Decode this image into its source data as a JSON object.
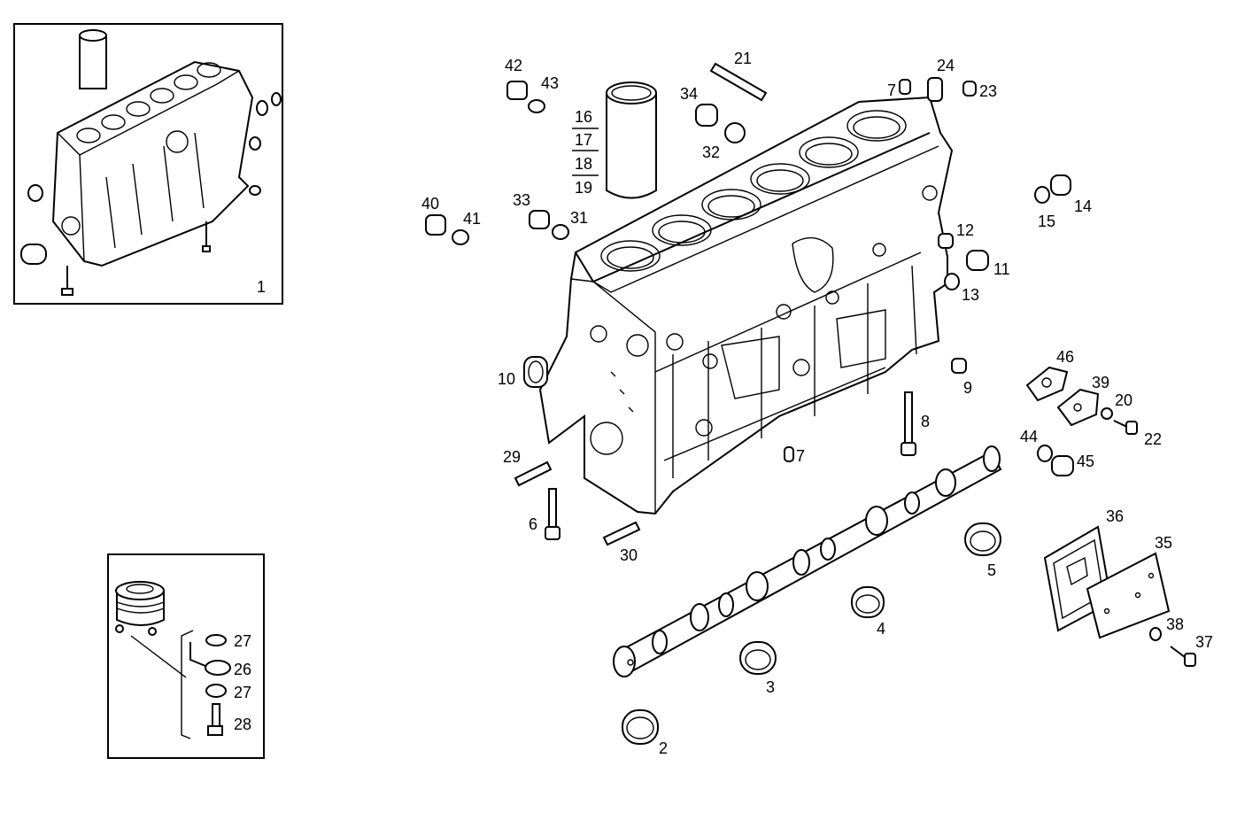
{
  "colors": {
    "background": "#ffffff",
    "ink": "#000000"
  },
  "insets": {
    "block_assembly_label": "1",
    "piston_group_labels": {
      "washer_top": "27",
      "nozzle": "26",
      "washer_bottom": "27",
      "bolt": "28"
    }
  },
  "callouts": {
    "n42": "42",
    "n43": "43",
    "n21": "21",
    "n34": "34",
    "n32": "32",
    "n7a": "7",
    "n24": "24",
    "n23": "23",
    "n16": "16",
    "n17": "17",
    "n18": "18",
    "n19": "19",
    "n40": "40",
    "n41": "41",
    "n33": "33",
    "n31": "31",
    "n15": "15",
    "n14": "14",
    "n12": "12",
    "n11": "11",
    "n13": "13",
    "n10": "10",
    "n9": "9",
    "n46": "46",
    "n39": "39",
    "n20": "20",
    "n22": "22",
    "n8": "8",
    "n7b": "7",
    "n44": "44",
    "n45": "45",
    "n29": "29",
    "n6": "6",
    "n30": "30",
    "n36": "36",
    "n35": "35",
    "n5": "5",
    "n4": "4",
    "n38": "38",
    "n37": "37",
    "n3": "3",
    "n2": "2"
  }
}
